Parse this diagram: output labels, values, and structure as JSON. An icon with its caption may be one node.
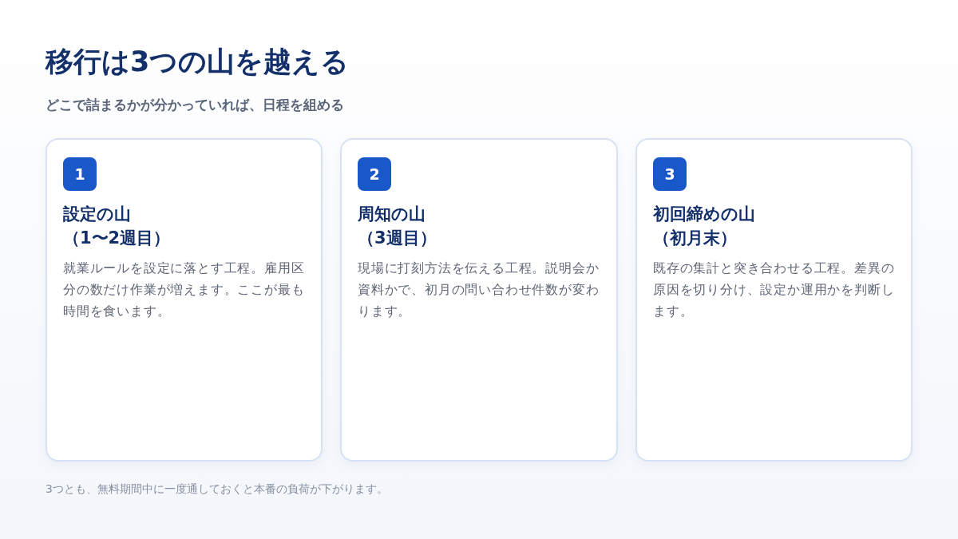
{
  "diagram": {
    "title": "移行は3つの山を越える",
    "caption": "3つとも、無料期間中に一度通しておくと本番の負荷が下がります。",
    "nodes": [
      {
        "text": [
          "設定の山（1〜2週目）",
          "就業ルールを設定に落とす工程。雇用区分の数だけ作業が増えます。ここが最も時間を食います。"
        ]
      },
      {
        "text": [
          "1"
        ],
        "in": 0
      },
      {
        "text": [
          "周知の山（3週目）",
          "現場に打刻方法を伝える工程。説明会か資料かで、初月の問い合わせ件数が変わります。"
        ]
      },
      {
        "text": [
          "2"
        ],
        "in": 2
      },
      {
        "text": [
          "初回締めの山（初月末）",
          "既存の集計と突き合わせる工程。差異の原因を切り分け、設定か運用かを判断します。"
        ]
      },
      {
        "text": [
          "3"
        ],
        "in": 4
      }
    ],
    "labels": [
      "どこで詰まるかが分かっていれば、日程を組める"
    ]
  }
}
